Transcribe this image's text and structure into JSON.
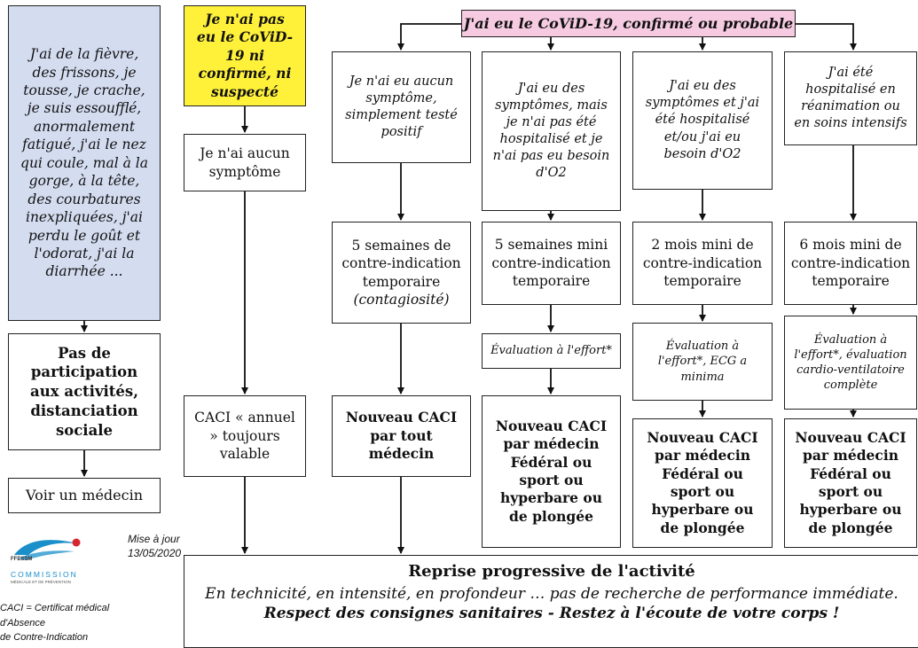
{
  "left_column": {
    "symptoms_box": "J'ai de la fièvre, des frissons, je tousse, je crache, je suis essoufflé, anormalement fatigué, j'ai le nez qui coule, mal à la gorge, à la tête, des courbatures inexpliquées, j'ai perdu le goût et l'odorat, j'ai la diarrhée ...",
    "no_activity_box": "Pas de participation aux activités, distanciation sociale",
    "see_doctor_box": "Voir un médecin"
  },
  "no_covid": {
    "header": "Je n'ai pas eu le CoViD-19 ni confirmé, ni suspecté",
    "no_symptom": "Je n'ai aucun symptôme",
    "result": "CACI « annuel » toujours valable"
  },
  "covid_header": "J'ai eu le CoViD-19, confirmé ou probable",
  "columns": [
    {
      "situation": "Je n'ai eu aucun symptôme, simplement testé positif",
      "duration_main": "5 semaines de contre-indication temporaire",
      "duration_note": "(contagiosité)",
      "evaluation": "",
      "result": "Nouveau CACI par tout médecin"
    },
    {
      "situation": "J'ai eu des symptômes, mais je n'ai pas été hospitalisé et je n'ai pas eu besoin d'O2",
      "duration_main": "5 semaines mini contre-indication temporaire",
      "duration_note": "",
      "evaluation": "Évaluation à l'effort*",
      "result": "Nouveau CACI par médecin Fédéral ou sport ou hyperbare ou de plongée"
    },
    {
      "situation": "J'ai eu des symptômes et j'ai été hospitalisé et/ou j'ai eu besoin d'O2",
      "duration_main": "2 mois mini de contre-indication temporaire",
      "duration_note": "",
      "evaluation": "Évaluation à l'effort*, ECG a minima",
      "result": "Nouveau CACI par médecin Fédéral ou sport ou hyperbare ou de plongée"
    },
    {
      "situation": "J'ai été hospitalisé en réanimation ou en soins intensifs",
      "duration_main": "6 mois mini de contre-indication temporaire",
      "duration_note": "",
      "evaluation": "Évaluation à l'effort*, évaluation cardio-ventilatoire complète",
      "result": "Nouveau CACI par médecin Fédéral ou sport ou hyperbare ou de plongée"
    }
  ],
  "footer": {
    "title": "Reprise progressive de l'activité",
    "line1": "En technicité, en intensité, en profondeur … pas de recherche de performance immédiate.",
    "line2": "Respect des consignes sanitaires - Restez à l'écoute de votre corps !"
  },
  "update_label": "Mise à jour",
  "update_date": "13/05/2020",
  "logo": {
    "org": "FFESSM",
    "commission": "COMMISSION",
    "sub": "MÉDICALE ET DE PRÉVENTION"
  },
  "legend": [
    "CACI = Certificat médical",
    "d'Absence",
    "de Contre-Indication"
  ],
  "colors": {
    "symptoms_fill": "#d4dcf0",
    "no_covid_fill": "#fff13a",
    "covid_fill": "#f6cbe2",
    "logo_blue": "#1a8fc9",
    "logo_red": "#d6262e"
  }
}
